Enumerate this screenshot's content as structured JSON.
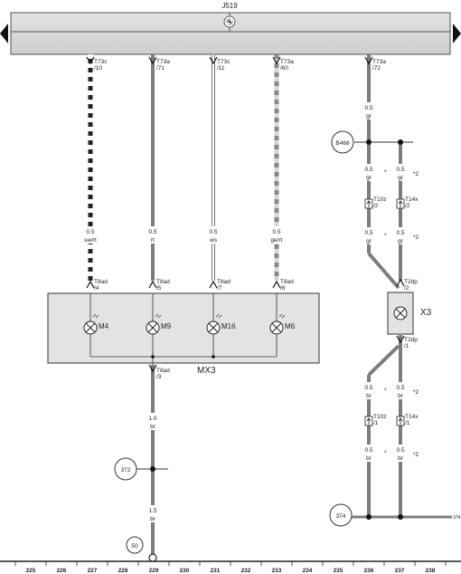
{
  "control_unit": {
    "label": "J519"
  },
  "upper_connectors": [
    {
      "id": "c1",
      "line1": "T73c",
      "line2": "/10"
    },
    {
      "id": "c2",
      "line1": "T73a",
      "line2": "/71"
    },
    {
      "id": "c3",
      "line1": "T73c",
      "line2": "/11"
    },
    {
      "id": "c4",
      "line1": "T73a",
      "line2": "/60"
    },
    {
      "id": "c5",
      "line1": "T73a",
      "line2": "/72"
    }
  ],
  "wires": [
    {
      "id": "w1",
      "size": "0.5",
      "color": "sw/rt"
    },
    {
      "id": "w2",
      "size": "0.5",
      "color": "rt"
    },
    {
      "id": "w3",
      "size": "0.5",
      "color": "ws"
    },
    {
      "id": "w4",
      "size": "0.5",
      "color": "ge/rt"
    },
    {
      "id": "w5",
      "size": "0.5",
      "color": "gr"
    },
    {
      "id": "w6",
      "size": "0.5",
      "color": "gr"
    },
    {
      "id": "w7",
      "size": "0.5",
      "color": "gr"
    },
    {
      "id": "w8",
      "size": "0.5",
      "color": "gr"
    },
    {
      "id": "w9",
      "size": "0.5",
      "color": "gr"
    },
    {
      "id": "w10",
      "size": "0.5",
      "color": "br"
    },
    {
      "id": "w11",
      "size": "0.5",
      "color": "br"
    },
    {
      "id": "w12",
      "size": "0.5",
      "color": "br"
    },
    {
      "id": "w13",
      "size": "0.5",
      "color": "br"
    },
    {
      "id": "w14",
      "size": "1.0",
      "color": "br"
    },
    {
      "id": "w15",
      "size": "1.5",
      "color": "br"
    }
  ],
  "module_connectors": [
    {
      "id": "m1",
      "line1": "T8ad",
      "line2": "/4"
    },
    {
      "id": "m2",
      "line1": "T8ad",
      "line2": "/5"
    },
    {
      "id": "m3",
      "line1": "T8ad",
      "line2": "/7"
    },
    {
      "id": "m4",
      "line1": "T8ad",
      "line2": "/8"
    },
    {
      "id": "m5",
      "line1": "T8ad",
      "line2": "/3"
    }
  ],
  "lamps": [
    {
      "id": "M4",
      "label": "M4"
    },
    {
      "id": "M9",
      "label": "M9"
    },
    {
      "id": "M16",
      "label": "M16"
    },
    {
      "id": "M6",
      "label": "M6"
    }
  ],
  "module_label": "MX3",
  "right_connectors": [
    {
      "id": "r1",
      "line1": "T10z",
      "line2": "/2"
    },
    {
      "id": "r2",
      "line1": "T14x",
      "line2": "/2"
    },
    {
      "id": "r3",
      "line1": "T2dp",
      "line2": "/2"
    },
    {
      "id": "r4",
      "line1": "T2dp",
      "line2": "/1"
    },
    {
      "id": "r5",
      "line1": "T10z",
      "line2": "/1"
    },
    {
      "id": "r6",
      "line1": "T14x",
      "line2": "/1"
    }
  ],
  "lamp_x3": {
    "label": "X3"
  },
  "notes": [
    {
      "id": "n1",
      "asterisk": "*",
      "mark": "*2"
    },
    {
      "id": "n2",
      "asterisk": "*",
      "mark": "*2"
    },
    {
      "id": "n3",
      "asterisk": "*",
      "mark": "*2"
    },
    {
      "id": "n4",
      "asterisk": "*",
      "mark": "*2"
    }
  ],
  "references": [
    {
      "id": "B468",
      "label": "B468"
    },
    {
      "id": "372",
      "label": "372"
    },
    {
      "id": "374",
      "label": "374"
    },
    {
      "id": "50",
      "label": "50"
    }
  ],
  "edge_reference": "374",
  "grid_numbers": [
    "225",
    "226",
    "227",
    "228",
    "229",
    "230",
    "231",
    "232",
    "233",
    "234",
    "235",
    "236",
    "237",
    "238"
  ]
}
